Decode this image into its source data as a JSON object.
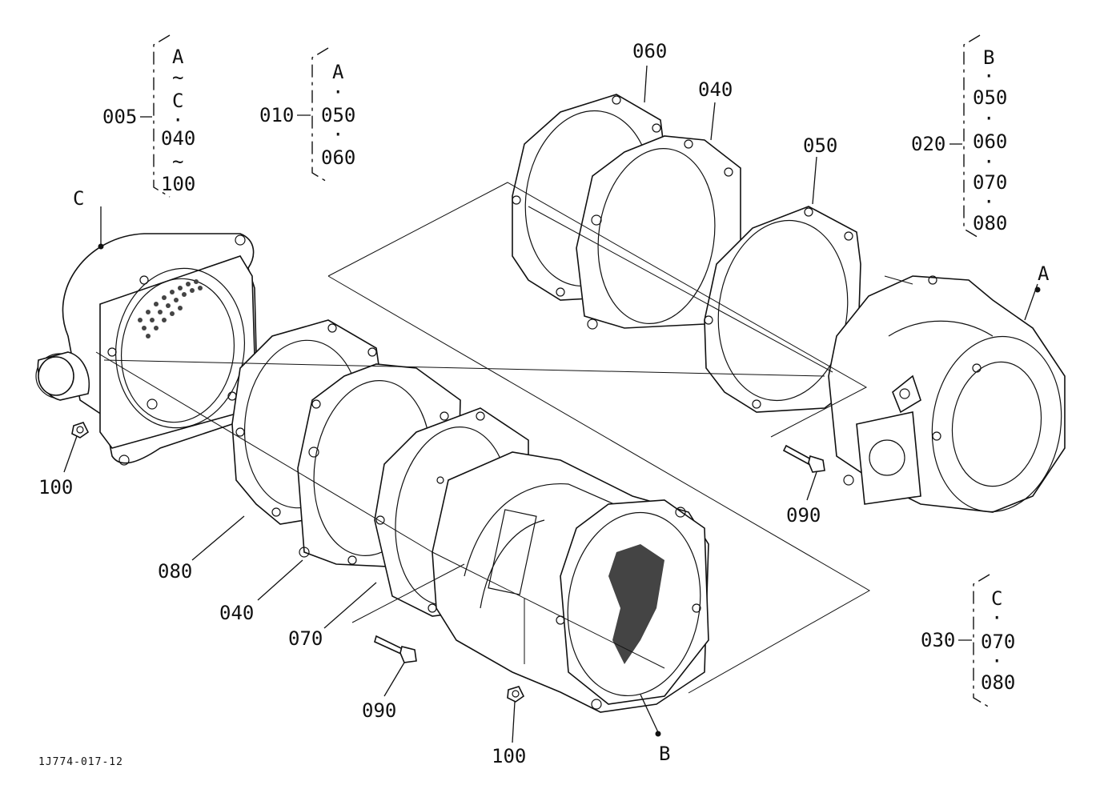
{
  "diagram": {
    "drawing_code": "1J774-017-12",
    "callouts": [
      {
        "id": "c-060-top",
        "text": "060"
      },
      {
        "id": "c-040-top",
        "text": "040"
      },
      {
        "id": "c-050-top",
        "text": "050"
      },
      {
        "id": "c-100-left",
        "text": "100"
      },
      {
        "id": "c-080",
        "text": "080"
      },
      {
        "id": "c-040-mid",
        "text": "040"
      },
      {
        "id": "c-070",
        "text": "070"
      },
      {
        "id": "c-090-left",
        "text": "090"
      },
      {
        "id": "c-090-right",
        "text": "090"
      },
      {
        "id": "c-100-bottom",
        "text": "100"
      }
    ],
    "point_markers": [
      {
        "id": "m-C",
        "text": "C"
      },
      {
        "id": "m-A",
        "text": "A"
      },
      {
        "id": "m-B",
        "text": "B"
      }
    ],
    "assemblies": [
      {
        "id": "g-005",
        "code": "005",
        "items": [
          "A",
          "~",
          "C",
          "·",
          "040",
          "~",
          "100"
        ]
      },
      {
        "id": "g-010",
        "code": "010",
        "items": [
          "A",
          "·",
          "050",
          "·",
          "060"
        ]
      },
      {
        "id": "g-020",
        "code": "020",
        "items": [
          "B",
          "·",
          "050",
          "·",
          "060",
          "·",
          "070",
          "·",
          "080"
        ]
      },
      {
        "id": "g-030",
        "code": "030",
        "items": [
          "C",
          "·",
          "070",
          "·",
          "080"
        ]
      }
    ]
  }
}
